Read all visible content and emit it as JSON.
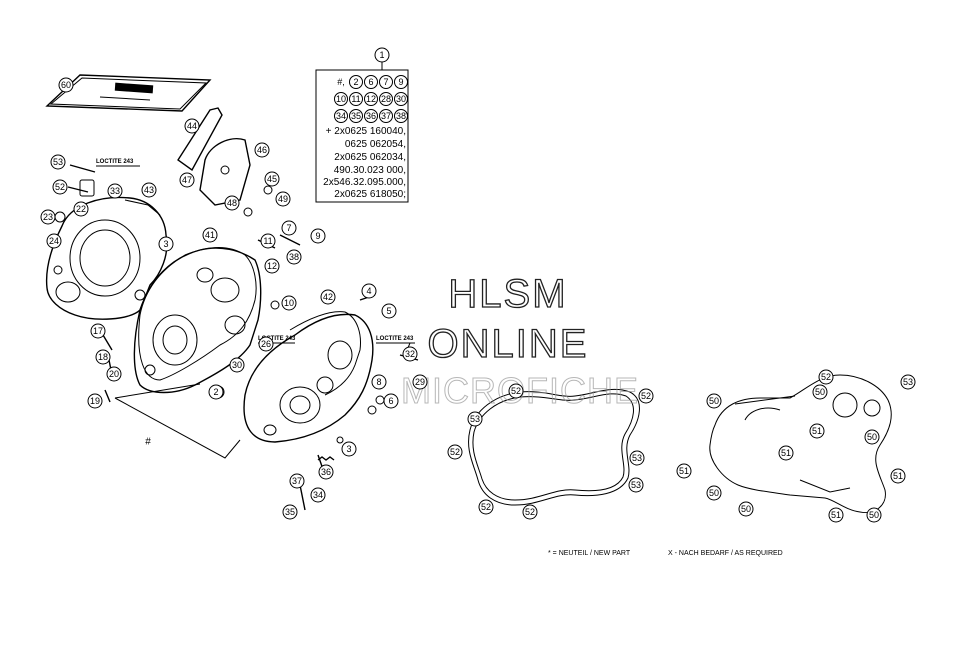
{
  "kit": {
    "number": "1",
    "lines": [
      "+ 2x0625 160040,",
      "0625 062054,",
      "2x0625 062034,",
      "490.30.023 000,",
      "2x546.32.095.000,",
      "2x0625 618050;"
    ],
    "sub_rows": [
      [
        "#,",
        "2",
        "6",
        "7",
        "9"
      ],
      [
        "10",
        "11",
        "12",
        "28",
        "30"
      ],
      [
        "34",
        "35",
        "36",
        "37",
        "38"
      ]
    ]
  },
  "loctite": [
    "LOCTITE 243",
    "LOCTITE 243",
    "LOCTITE 243"
  ],
  "legend": {
    "new_part": "* = NEUTEIL / NEW PART",
    "as_required": "X - NACH BEDARF / AS REQUIRED"
  },
  "watermark": {
    "line1": "HLSM",
    "line2": "ONLINE",
    "line3": "MICROFICHE"
  },
  "hash_mark": "#",
  "callouts": [
    "60",
    "44",
    "46",
    "53",
    "47",
    "45",
    "52",
    "33",
    "43",
    "22",
    "48",
    "49",
    "23",
    "24",
    "3",
    "41",
    "7",
    "9",
    "11",
    "38",
    "12",
    "10",
    "17",
    "42",
    "4",
    "5",
    "1",
    "26",
    "18",
    "30",
    "20",
    "2",
    "19",
    "6",
    "3b",
    "32",
    "29",
    "8",
    "37",
    "36",
    "34",
    "35",
    "52b",
    "53b",
    "53c",
    "52c",
    "52d",
    "52e",
    "52f",
    "50",
    "52g",
    "50b",
    "51",
    "50c",
    "51b",
    "50d",
    "51c",
    "53d",
    "51d",
    "50e",
    "50f",
    "51e",
    "53e"
  ],
  "callout_labels": {
    "60": "60",
    "44": "44",
    "46": "46",
    "53": "53",
    "47": "47",
    "45": "45",
    "52": "52",
    "33": "33",
    "43": "43",
    "22": "22",
    "48": "48",
    "49": "49",
    "23": "23",
    "24": "24",
    "3": "3",
    "41": "41",
    "7": "7",
    "9": "9",
    "11": "11",
    "38": "38",
    "12": "12",
    "10": "10",
    "17": "17",
    "42": "42",
    "4": "4",
    "5": "5",
    "1": "1",
    "26": "26",
    "18": "18",
    "30": "30",
    "20": "20",
    "2": "2",
    "19": "19",
    "6": "6",
    "3b": "3",
    "32": "32",
    "29": "29",
    "8": "8",
    "37": "37",
    "36": "36",
    "34": "34",
    "35": "35",
    "52b": "52",
    "53b": "53",
    "53c": "53",
    "52c": "52",
    "52d": "52",
    "52e": "52",
    "52f": "52",
    "50": "50",
    "52g": "52",
    "50b": "50",
    "51": "51",
    "50c": "50",
    "51b": "51",
    "50d": "50",
    "51c": "51",
    "53d": "53",
    "51d": "51",
    "50e": "50",
    "50f": "50",
    "51e": "51",
    "53e": "53"
  }
}
